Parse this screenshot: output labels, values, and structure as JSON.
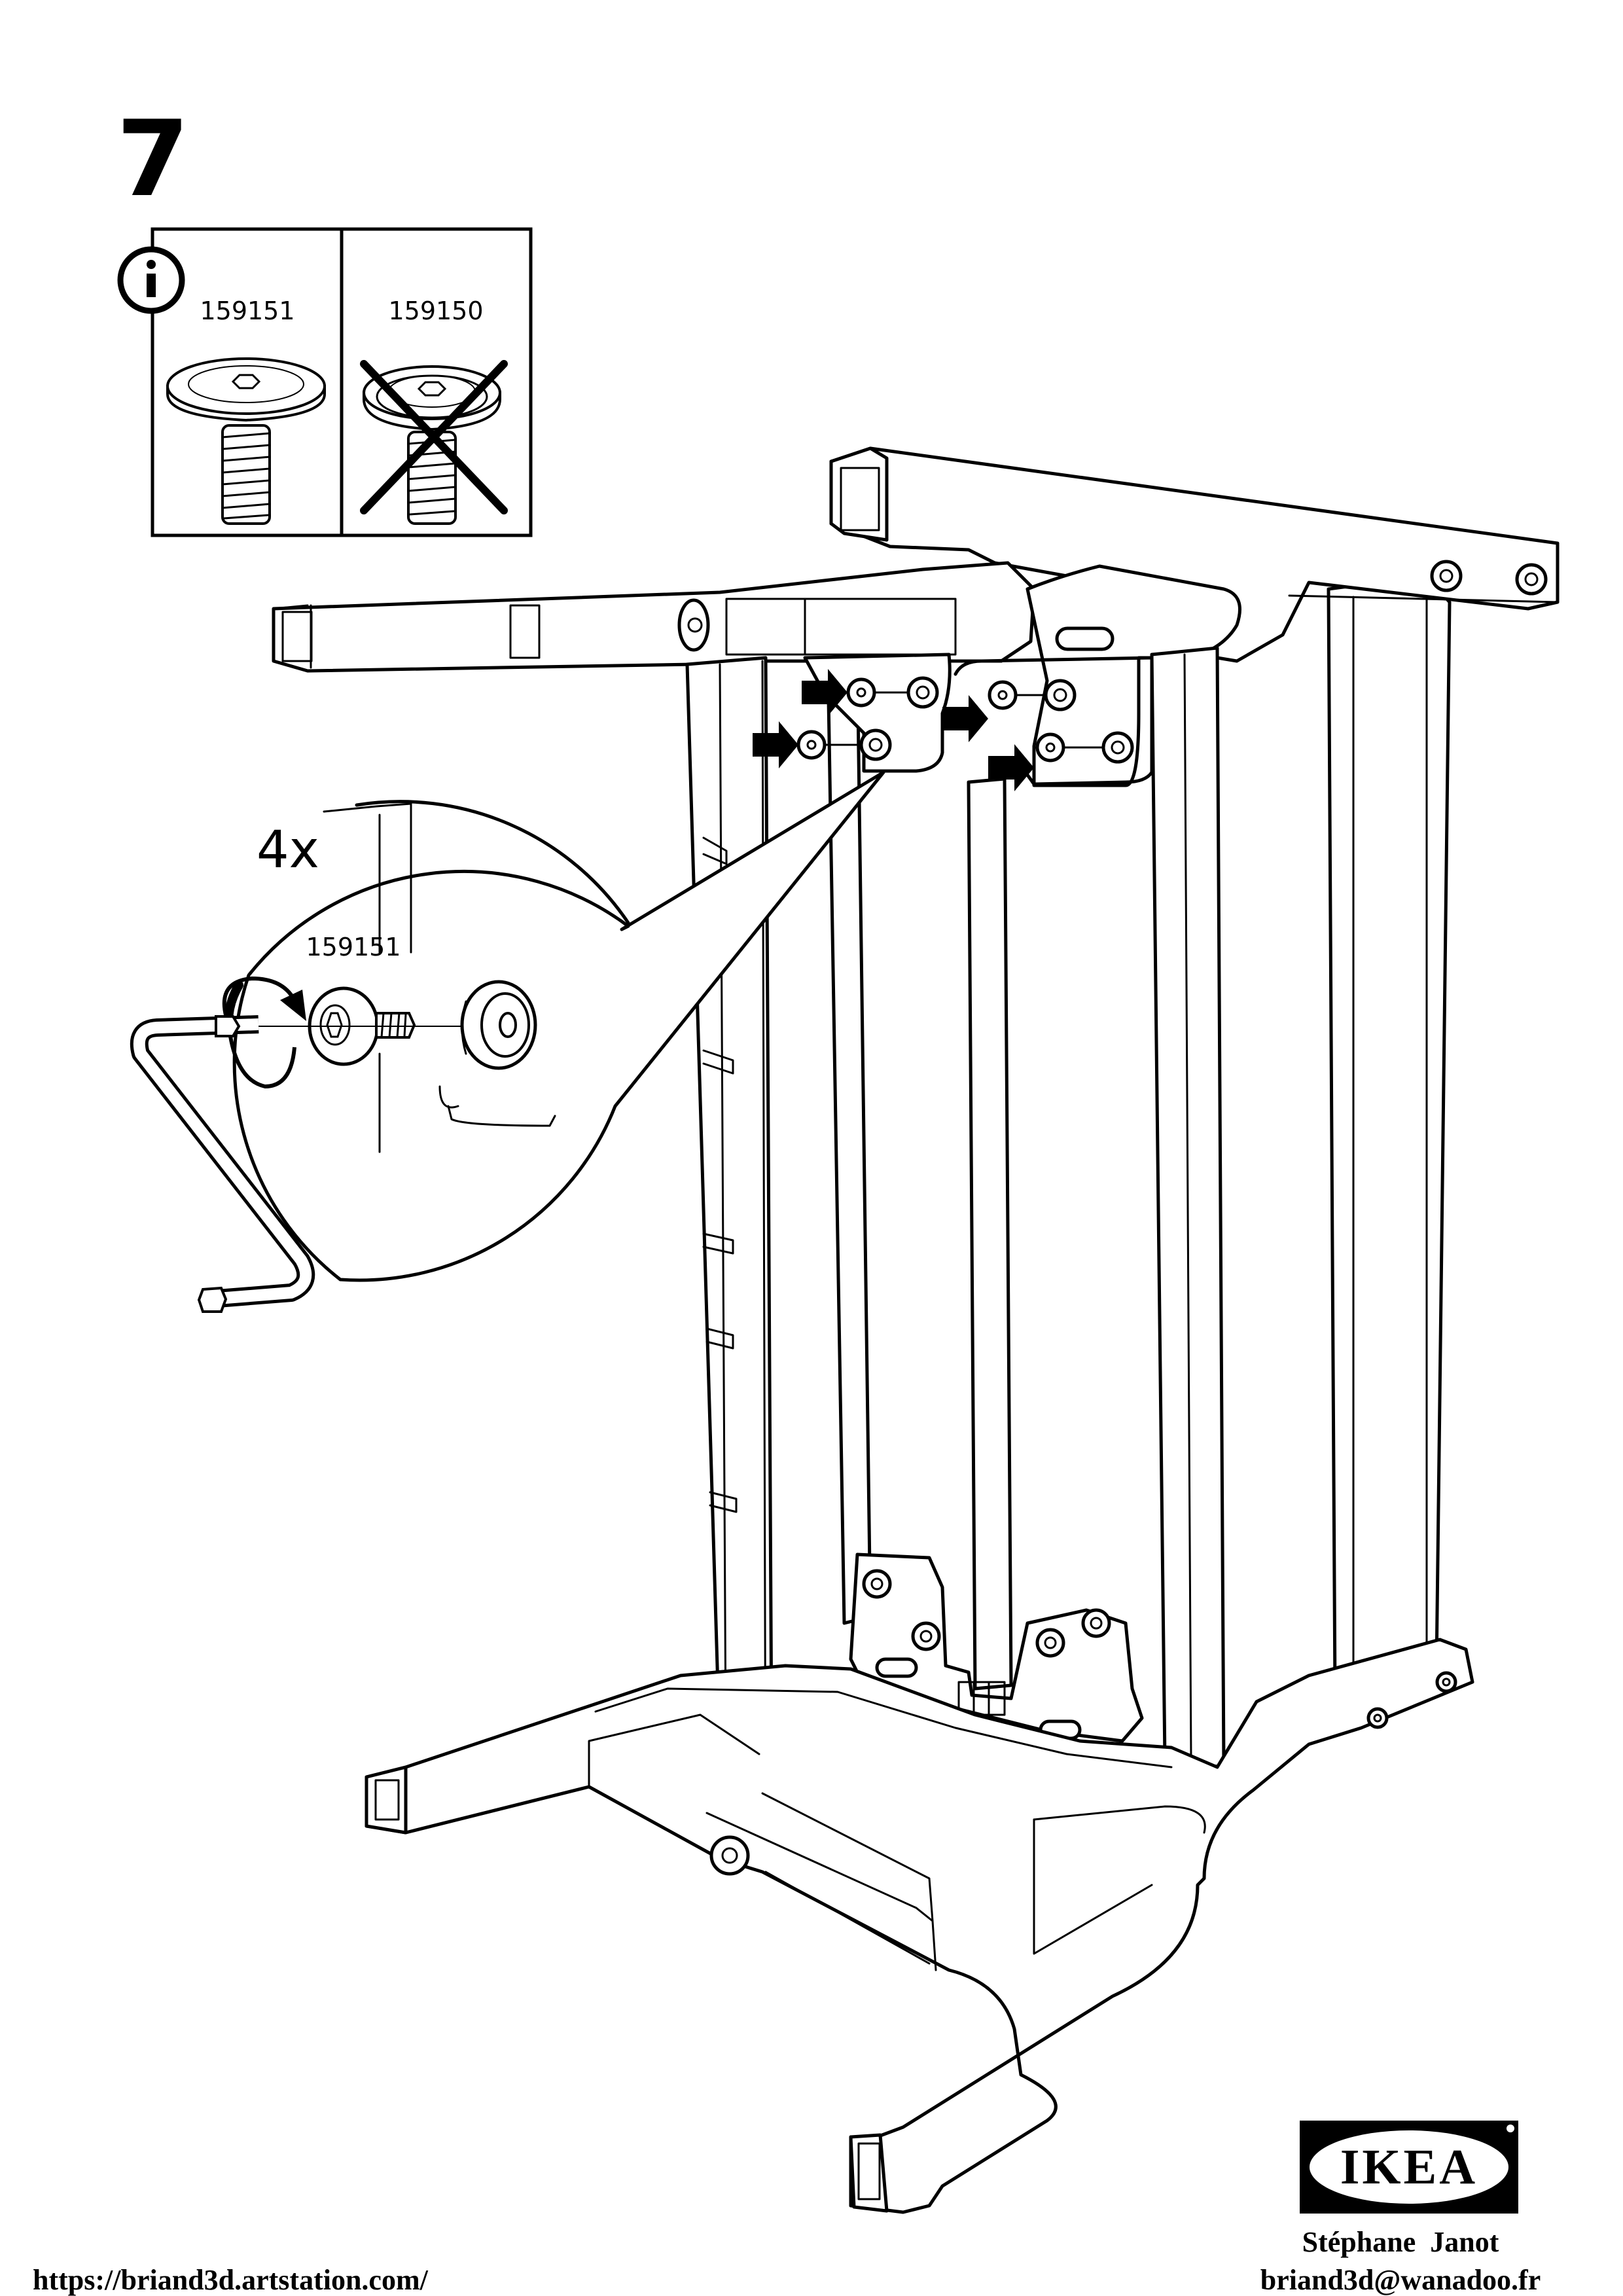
{
  "step": {
    "number": "7"
  },
  "info_panel": {
    "icon": "info-icon",
    "correct_part": {
      "number": "159151",
      "icon": "flat-head-bolt-icon"
    },
    "wrong_part": {
      "number": "159150",
      "icon": "crossed-out-bolt-icon"
    }
  },
  "detail": {
    "quantity": "4x",
    "part_number": "159151",
    "tool_icon": "allen-key-icon",
    "rotation_icon": "clockwise-rotation-icon"
  },
  "colors": {
    "ink": "#000000",
    "paper": "#ffffff"
  },
  "footer": {
    "brand": "IKEA",
    "author_name": "Stéphane  Janot",
    "author_email": "briand3d@wanadoo.fr",
    "url": "https://briand3d.artstation.com/"
  }
}
